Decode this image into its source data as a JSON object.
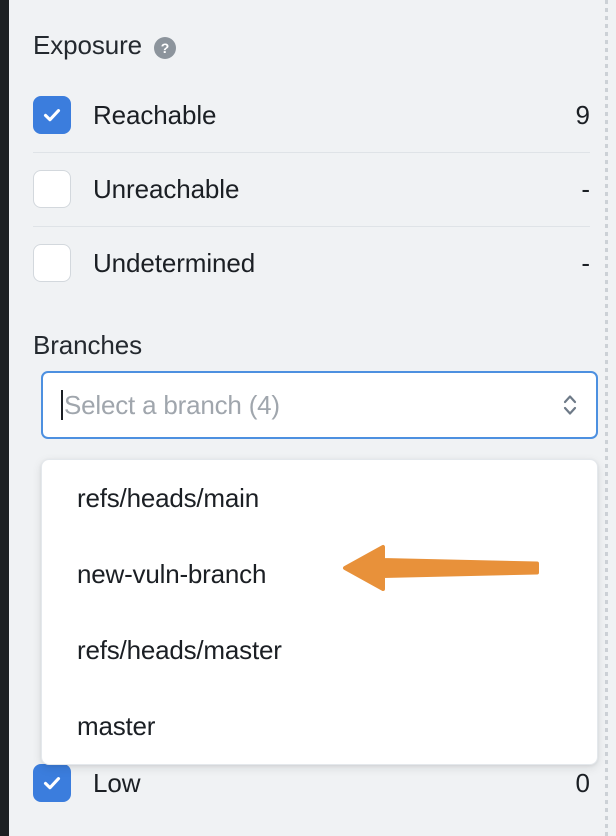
{
  "panel": {
    "background_color": "#f0f2f4",
    "accent_color": "#3b7ddd",
    "annotation_color": "#e8913a"
  },
  "exposure": {
    "heading": "Exposure",
    "help_icon_glyph": "?",
    "help_icon_name": "question-mark-icon",
    "rows": [
      {
        "label": "Reachable",
        "count": "9",
        "checked": true
      },
      {
        "label": "Unreachable",
        "count": "-",
        "checked": false
      },
      {
        "label": "Undetermined",
        "count": "-",
        "checked": false
      }
    ]
  },
  "branches": {
    "heading": "Branches",
    "select": {
      "placeholder": "Select a branch (4)",
      "value": "",
      "chevron_icon_name": "chevron-up-down-icon",
      "focused": true
    },
    "options": [
      {
        "label": "refs/heads/main"
      },
      {
        "label": "new-vuln-branch"
      },
      {
        "label": "refs/heads/master"
      },
      {
        "label": "master"
      }
    ]
  },
  "severity": {
    "rows": [
      {
        "label": "Low",
        "count": "0",
        "checked": true
      }
    ]
  },
  "annotation": {
    "arrow_direction": "left",
    "arrow_color": "#e8913a",
    "points_at": "new-vuln-branch"
  }
}
